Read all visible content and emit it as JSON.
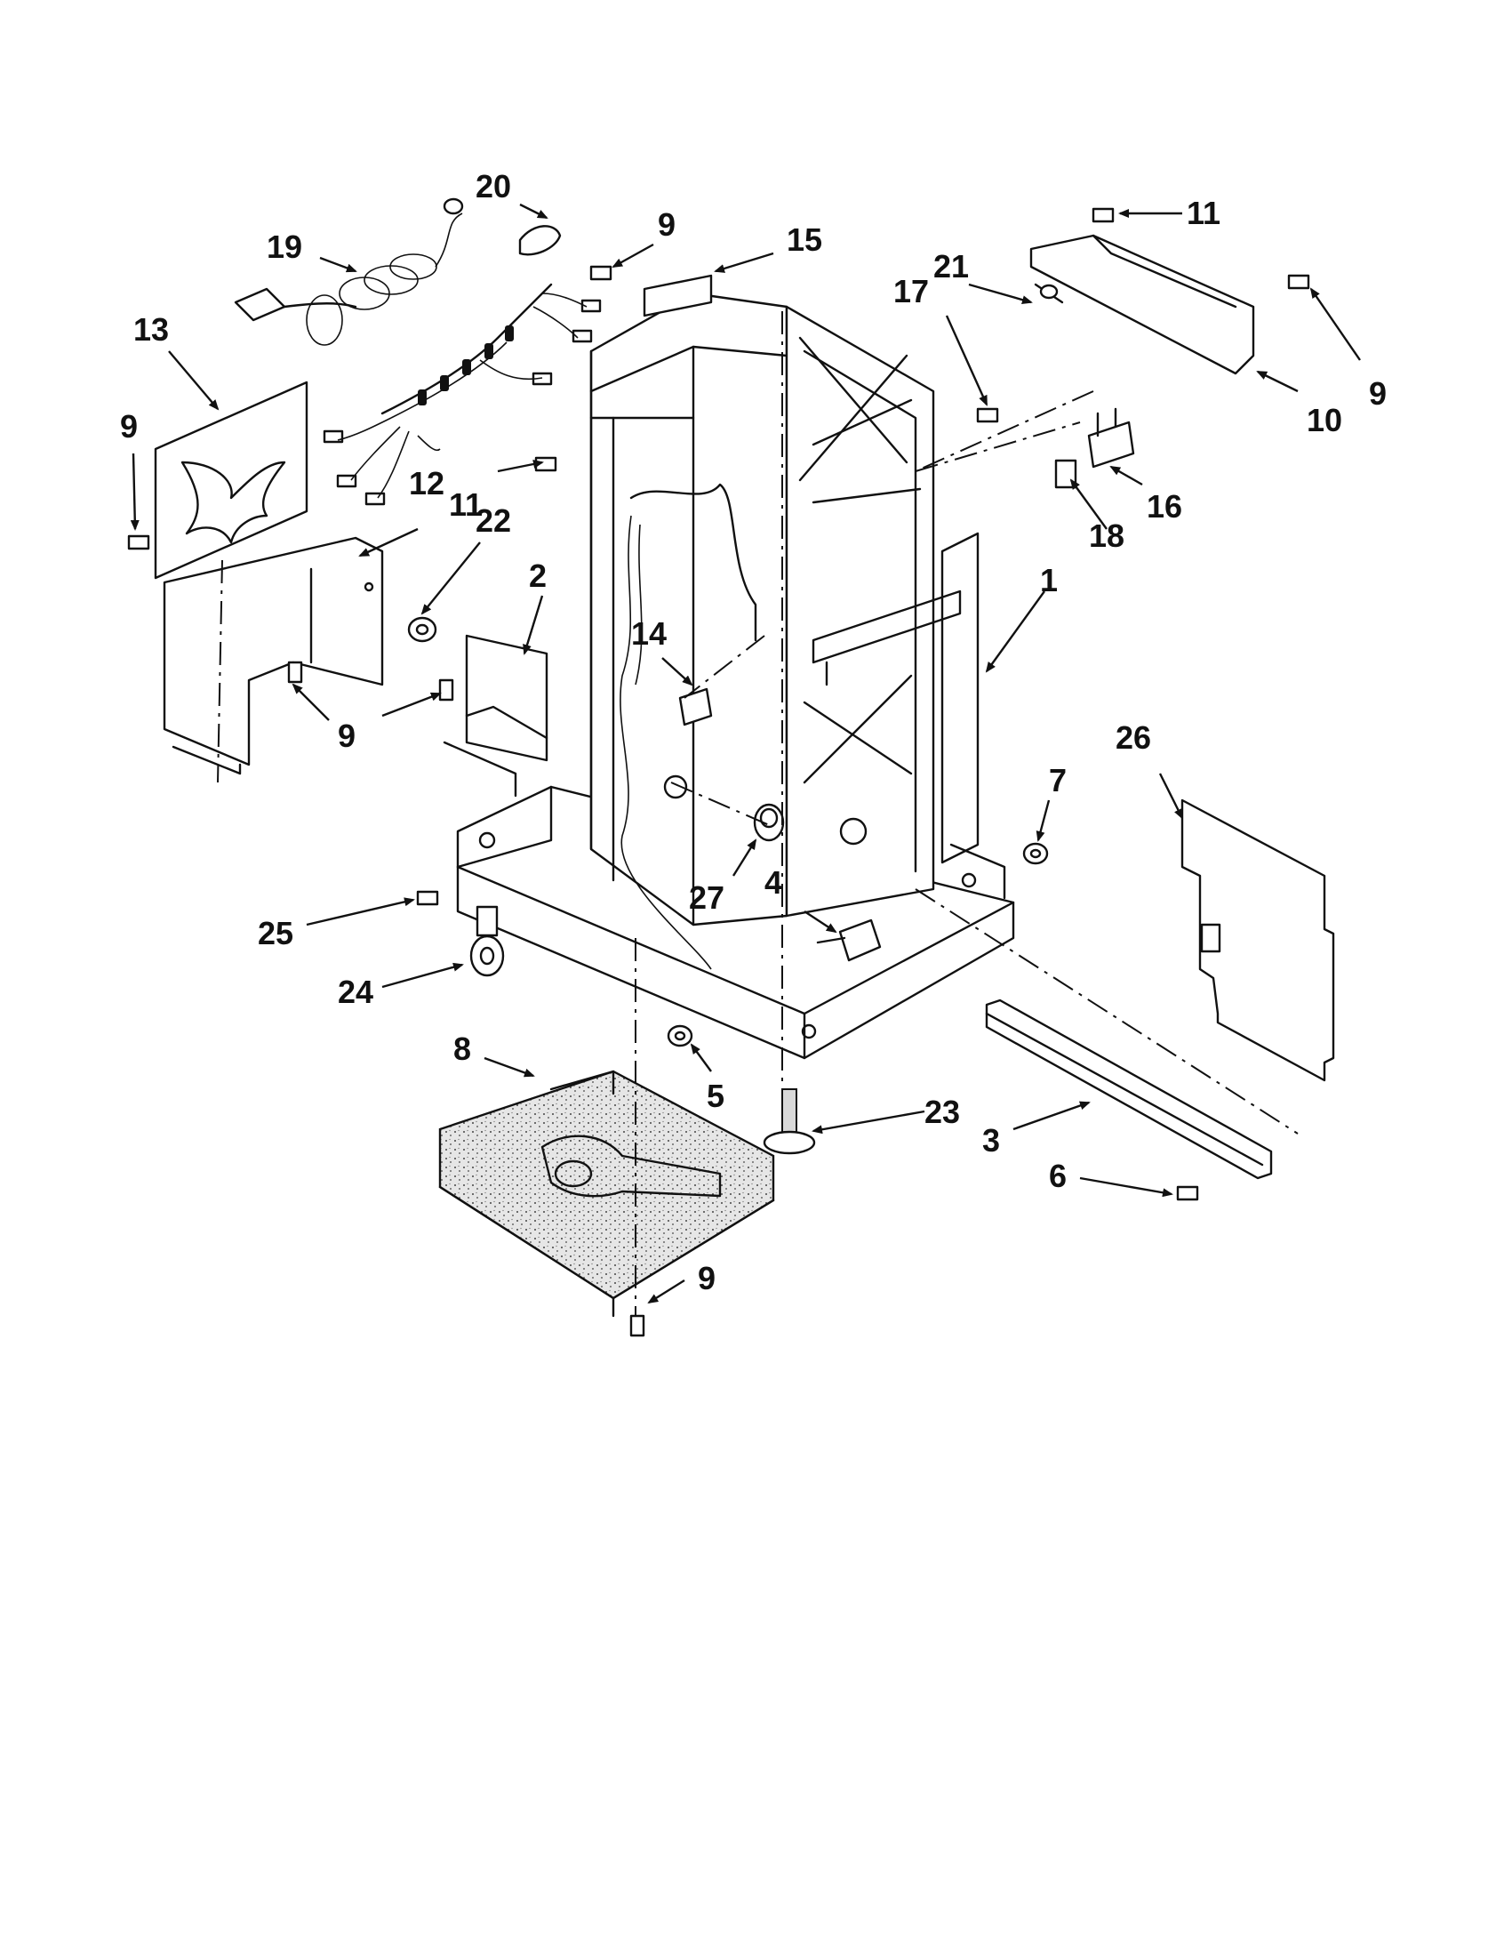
{
  "callouts": [
    {
      "id": "c1",
      "label": "1"
    },
    {
      "id": "c2",
      "label": "2"
    },
    {
      "id": "c3",
      "label": "3"
    },
    {
      "id": "c4",
      "label": "4"
    },
    {
      "id": "c5",
      "label": "5"
    },
    {
      "id": "c6",
      "label": "6"
    },
    {
      "id": "c7",
      "label": "7"
    },
    {
      "id": "c8",
      "label": "8"
    },
    {
      "id": "c9a",
      "label": "9"
    },
    {
      "id": "c9b",
      "label": "9"
    },
    {
      "id": "c9c",
      "label": "9"
    },
    {
      "id": "c9d",
      "label": "9"
    },
    {
      "id": "c9e",
      "label": "9"
    },
    {
      "id": "c10",
      "label": "10"
    },
    {
      "id": "c11a",
      "label": "11"
    },
    {
      "id": "c11b",
      "label": "11"
    },
    {
      "id": "c12",
      "label": "12"
    },
    {
      "id": "c13",
      "label": "13"
    },
    {
      "id": "c14",
      "label": "14"
    },
    {
      "id": "c15",
      "label": "15"
    },
    {
      "id": "c16",
      "label": "16"
    },
    {
      "id": "c17",
      "label": "17"
    },
    {
      "id": "c18",
      "label": "18"
    },
    {
      "id": "c19",
      "label": "19"
    },
    {
      "id": "c20",
      "label": "20"
    },
    {
      "id": "c21",
      "label": "21"
    },
    {
      "id": "c22",
      "label": "22"
    },
    {
      "id": "c23",
      "label": "23"
    },
    {
      "id": "c24",
      "label": "24"
    },
    {
      "id": "c25",
      "label": "25"
    },
    {
      "id": "c26",
      "label": "26"
    },
    {
      "id": "c27",
      "label": "27"
    }
  ]
}
